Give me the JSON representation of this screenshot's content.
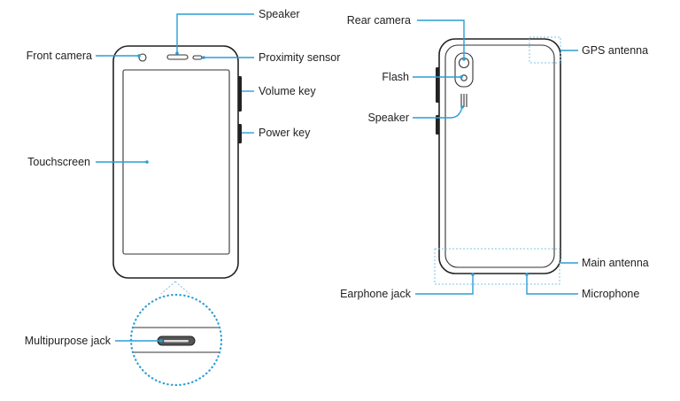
{
  "colors": {
    "leader": "#2a9ed6",
    "outline": "#222222",
    "dashed": "#7cc3e8"
  },
  "front_labels": {
    "speaker": "Speaker",
    "front_camera": "Front camera",
    "proximity_sensor": "Proximity sensor",
    "volume_key": "Volume key",
    "power_key": "Power key",
    "touchscreen": "Touchscreen",
    "multipurpose_jack": "Multipurpose jack"
  },
  "back_labels": {
    "rear_camera": "Rear camera",
    "gps_antenna": "GPS antenna",
    "flash": "Flash",
    "speaker": "Speaker",
    "main_antenna": "Main antenna",
    "earphone_jack": "Earphone jack",
    "microphone": "Microphone"
  }
}
